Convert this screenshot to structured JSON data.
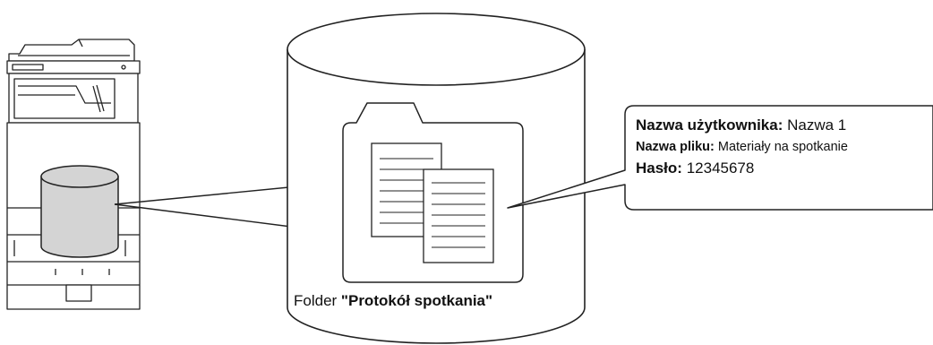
{
  "folder": {
    "prefix": "Folder",
    "name": "\"Protokół spotkania\""
  },
  "file_info": {
    "user_label": "Nazwa użytkownika:",
    "user_value": "Nazwa 1",
    "file_label": "Nazwa pliku:",
    "file_value": "Materiały na spotkanie",
    "password_label": "Hasło:",
    "password_value": "12345678"
  },
  "colors": {
    "line": "#222222",
    "disk_fill": "#d4d4d4",
    "background": "#ffffff"
  },
  "icons": [
    "printer-icon",
    "hard-disk-icon",
    "storage-cylinder",
    "folder-icon",
    "document-icon"
  ]
}
